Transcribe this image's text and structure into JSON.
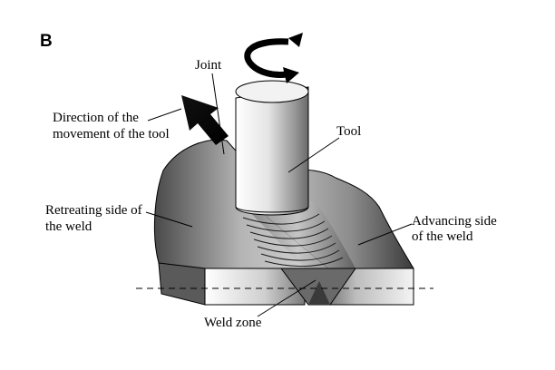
{
  "panel_label": "B",
  "labels": {
    "joint": "Joint",
    "direction_line1": "Direction of the",
    "direction_line2": "movement of the tool",
    "tool": "Tool",
    "retreating_line1": "Retreating side of",
    "retreating_line2": "the weld",
    "advancing_line1": "Advancing side",
    "advancing_line2": "of the weld",
    "weld_zone": "Weld zone"
  }
}
